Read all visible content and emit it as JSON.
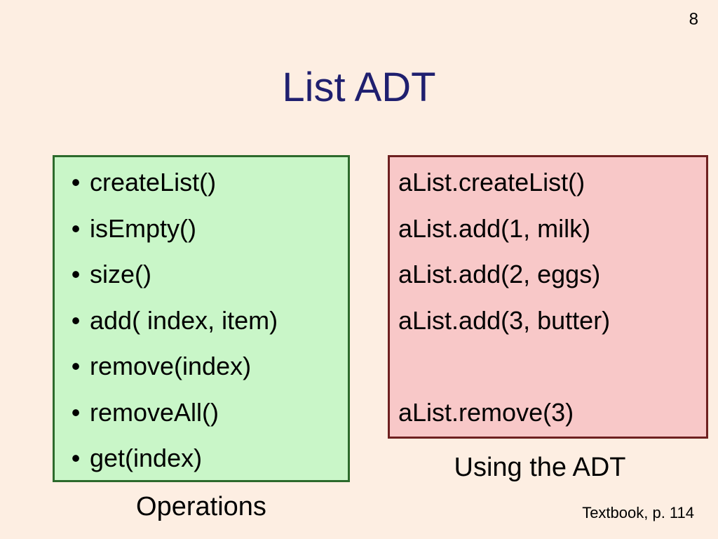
{
  "slide": {
    "number": "8",
    "title": "List ADT"
  },
  "operations": {
    "caption": "Operations",
    "items": [
      "createList()",
      "isEmpty()",
      "size()",
      "add( index, item)",
      "remove(index)",
      "removeAll()",
      "get(index)"
    ]
  },
  "usage": {
    "caption": "Using the ADT",
    "lines": [
      "aList.createList()",
      "aList.add(1, milk)",
      "aList.add(2, eggs)",
      "aList.add(3, butter)",
      "",
      "aList.remove(3)"
    ]
  },
  "reference": "Textbook, p. 114",
  "colors": {
    "background": "#fdeee2",
    "title": "#1f1f6f",
    "operations_fill": "#c9f6c8",
    "operations_border": "#2c6a2c",
    "usage_fill": "#f8c8c8",
    "usage_border": "#6e2020"
  }
}
